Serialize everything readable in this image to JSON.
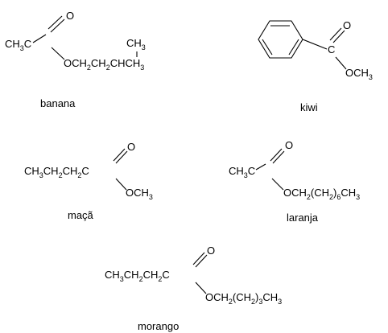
{
  "molecules": [
    {
      "name": "banana",
      "left_group": [
        "CH",
        "3",
        "C"
      ],
      "alkoxy": [
        "OCH",
        "2",
        "CH",
        "2",
        "CHCH",
        "3"
      ],
      "branch": [
        "CH",
        "3"
      ],
      "carbonyl_o": "O"
    },
    {
      "name": "kiwi",
      "center_c": "C",
      "carbonyl_o": "O",
      "alkoxy": [
        "OCH",
        "3"
      ]
    },
    {
      "name": "maçã",
      "left_group": [
        "CH",
        "3",
        "CH",
        "2",
        "CH",
        "2",
        "C"
      ],
      "carbonyl_o": "O",
      "alkoxy": [
        "OCH",
        "3"
      ]
    },
    {
      "name": "laranja",
      "left_group": [
        "CH",
        "3",
        "C"
      ],
      "carbonyl_o": "O",
      "alkoxy": [
        "OCH",
        "2",
        "(CH",
        "2",
        ")",
        "6",
        "CH",
        "3"
      ]
    },
    {
      "name": "morango",
      "left_group": [
        "CH",
        "3",
        "CH",
        "2",
        "CH",
        "2",
        "C"
      ],
      "carbonyl_o": "O",
      "alkoxy": [
        "OCH",
        "2",
        "(CH",
        "2",
        ")",
        "3",
        "CH",
        "3"
      ]
    }
  ]
}
